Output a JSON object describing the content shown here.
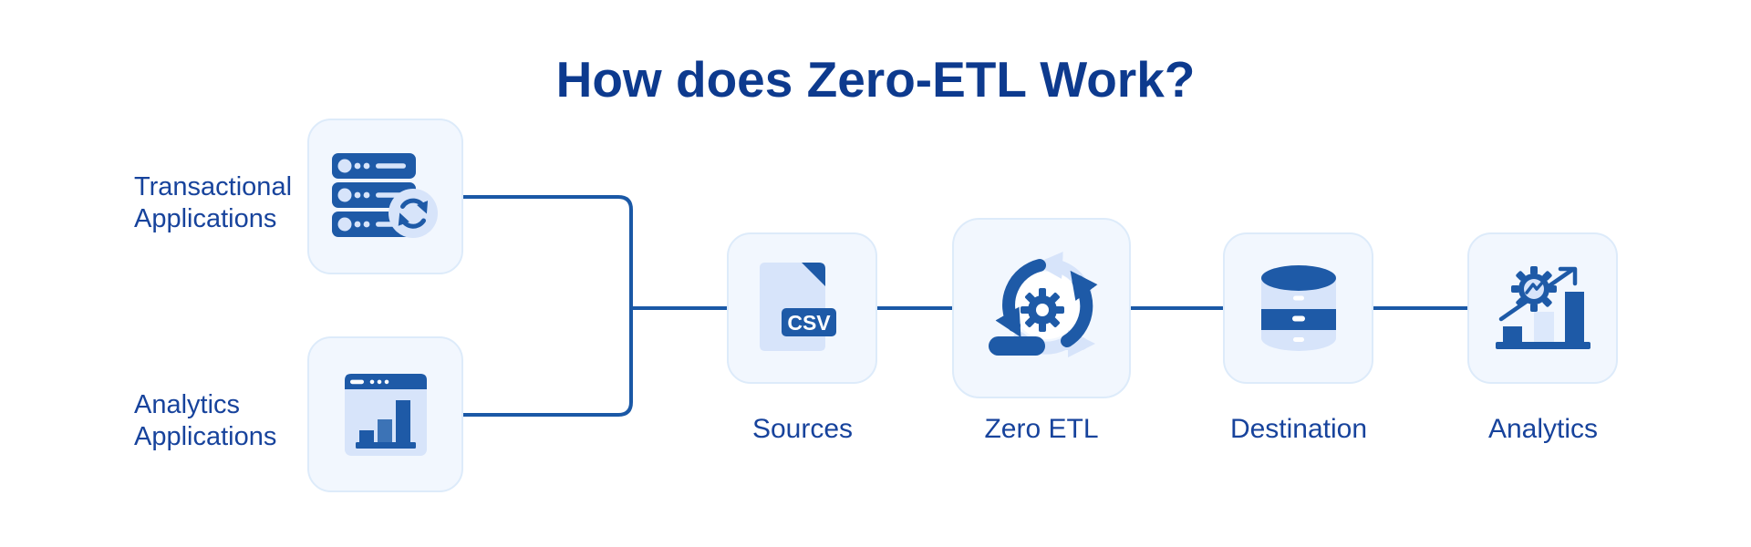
{
  "title": "How does Zero-ETL Work?",
  "source_apps": [
    {
      "label_line1": "Transactional",
      "label_line2": "Applications",
      "icon": "server-stack-icon"
    },
    {
      "label_line1": "Analytics",
      "label_line2": "Applications",
      "icon": "browser-chart-icon"
    }
  ],
  "pipeline": [
    {
      "label": "Sources",
      "icon": "csv-file-icon",
      "badge": "CSV"
    },
    {
      "label": "Zero ETL",
      "icon": "sync-cycle-gear-icon"
    },
    {
      "label": "Destination",
      "icon": "database-icon"
    },
    {
      "label": "Analytics",
      "icon": "growth-chart-gear-icon"
    }
  ],
  "colors": {
    "background": "#ffffff",
    "title_text": "#0d3a8e",
    "label_text": "#17439c",
    "icon_dark_blue": "#1e5aa7",
    "icon_light_blue": "#d7e4fa",
    "icon_medium_blue": "#3c73b6",
    "card_fill": "#f2f7fe",
    "card_border": "#ddebfa",
    "connector_line": "#1a58a6"
  }
}
